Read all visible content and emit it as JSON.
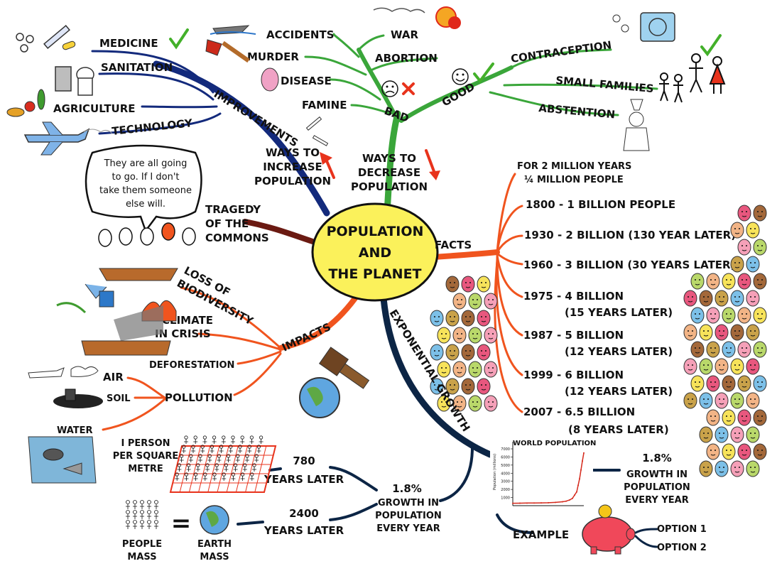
{
  "center": {
    "lines": [
      "POPULATION",
      "AND",
      "THE PLANET"
    ],
    "fill": "#fbf15b"
  },
  "colors": {
    "improvements": "#132a7c",
    "decrease": "#3aa63a",
    "facts": "#f0541e",
    "impacts": "#f0541e",
    "tragedy": "#6b1a12",
    "growth": "#0c2545",
    "check": "#43b02a",
    "cross": "#e8331c"
  },
  "increase": {
    "label": [
      "WAYS TO",
      "INCREASE",
      "POPULATION"
    ],
    "improvements": "IMPROVEMENTS",
    "items": [
      "MEDICINE",
      "SANITATION",
      "AGRICULTURE",
      "TECHNOLOGY"
    ]
  },
  "decrease": {
    "label": [
      "WAYS TO",
      "DECREASE",
      "POPULATION"
    ],
    "bad": "BAD",
    "bad_items": [
      "ACCIDENTS",
      "WAR",
      "MURDER",
      "ABORTION",
      "DISEASE",
      "FAMINE"
    ],
    "good": "GOOD",
    "good_items": [
      "CONTRACEPTION",
      "SMALL FAMILIES",
      "ABSTENTION"
    ]
  },
  "speech": [
    "They are all going",
    "to go. If I don't",
    "take them someone",
    "else will."
  ],
  "tragedy": [
    "TRAGEDY",
    "OF THE",
    "COMMONS"
  ],
  "impacts": {
    "label": "IMPACTS",
    "items": [
      [
        "LOSS OF",
        "BIODIVERSITY"
      ],
      [
        "CLIMATE",
        "IN CRISIS"
      ],
      [
        "DEFORESTATION"
      ]
    ],
    "pollution": "POLLUTION",
    "pollution_items": [
      "AIR",
      "SOIL",
      "WATER"
    ]
  },
  "facts": {
    "label": "FACTS",
    "items": [
      [
        "FOR 2 MILLION YEARS",
        "¼ MILLION PEOPLE"
      ],
      [
        "1800 - 1 BILLION PEOPLE"
      ],
      [
        "1930 - 2 BILLION (130 YEAR LATER)"
      ],
      [
        "1960 - 3 BILLION (30 YEARS LATER)"
      ],
      [
        "1975 - 4 BILLION",
        "(15 YEARS LATER)"
      ],
      [
        "1987 - 5 BILLION",
        "(12 YEARS LATER)"
      ],
      [
        "1999 - 6 BILLION",
        "(12 YEARS LATER)"
      ],
      [
        "2007 - 6.5 BILLION",
        "(8 YEARS LATER)"
      ]
    ]
  },
  "growth": {
    "label": "EXPONENTIAL GROWTH",
    "rate": [
      "1.8%",
      "GROWTH IN",
      "POPULATION",
      "EVERY YEAR"
    ],
    "years780": [
      "780",
      "YEARS LATER"
    ],
    "years2400": [
      "2400",
      "YEARS LATER"
    ],
    "per_metre": [
      "I PERSON",
      "PER SQUARE",
      "METRE"
    ],
    "people_mass": [
      "PEOPLE",
      "MASS"
    ],
    "earth_mass": [
      "EARTH",
      "MASS"
    ],
    "equals": "="
  },
  "example": {
    "label": "EXAMPLE",
    "rate": [
      "1.8%",
      "GROWTH IN",
      "POPULATION",
      "EVERY YEAR"
    ],
    "options": [
      "OPTION 1",
      "OPTION 2"
    ]
  },
  "chart_data": {
    "type": "line",
    "title": "WORLD POPULATION",
    "ylabel": "Population (millions)",
    "y_ticks": [
      1000,
      2000,
      3000,
      4000,
      5000,
      6000,
      7000
    ],
    "ylim": [
      0,
      7000
    ],
    "xlim": [
      0,
      100
    ],
    "x": [
      0,
      10,
      20,
      30,
      40,
      50,
      60,
      70,
      75,
      80,
      84,
      87,
      90,
      92,
      94,
      96,
      98,
      100
    ],
    "values": [
      300,
      310,
      320,
      330,
      340,
      360,
      400,
      480,
      550,
      700,
      900,
      1300,
      1700,
      2500,
      3300,
      4400,
      5500,
      6500
    ],
    "grid": false
  }
}
